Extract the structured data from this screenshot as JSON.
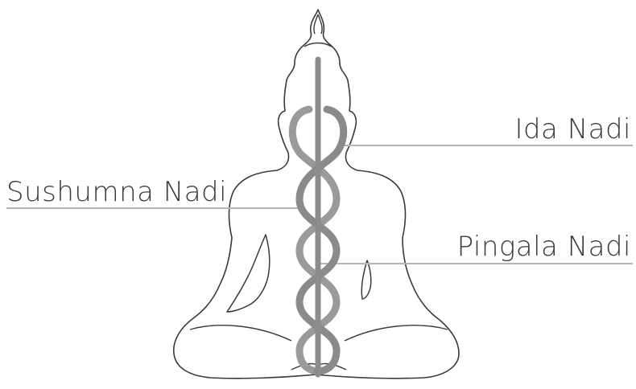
{
  "labels": {
    "ida": "Ida Nadi",
    "sushumna": "Sushumna Nadi",
    "pingala": "Pingala Nadi"
  },
  "colors": {
    "outline": "#3a3a3a",
    "channel": "#9a9a9a",
    "channel_dark": "#7a7a7a",
    "leader_line": "#b5b5b5",
    "text": "#3a3a3a"
  }
}
